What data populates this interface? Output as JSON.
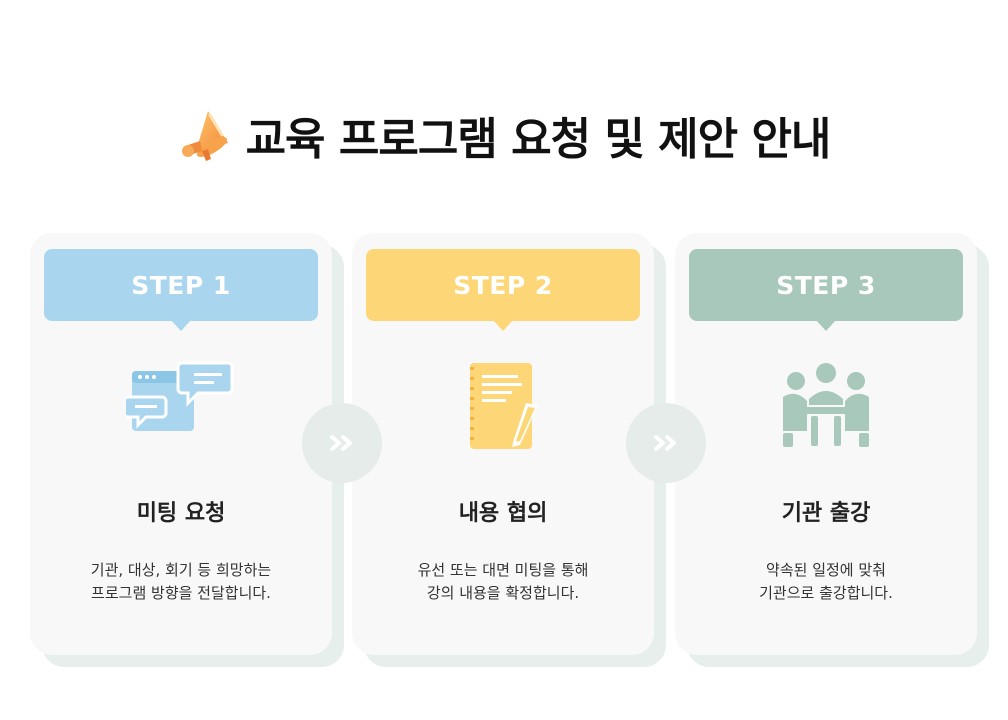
{
  "header": {
    "title": "교육 프로그램 요청 및 제안 안내",
    "icon": "megaphone-icon"
  },
  "steps": [
    {
      "step_label": "STEP 1",
      "color": "#a9d6ee",
      "icon": "chat-windows-icon",
      "title": "미팅 요청",
      "desc_line1": "기관, 대상, 회기 등 희망하는",
      "desc_line2": "프로그램 방향을 전달합니다."
    },
    {
      "step_label": "STEP 2",
      "color": "#fdd677",
      "icon": "notepad-pen-icon",
      "title": "내용 협의",
      "desc_line1": "유선 또는 대면 미팅을 통해",
      "desc_line2": "강의 내용을 확정합니다."
    },
    {
      "step_label": "STEP 3",
      "color": "#a9c8bc",
      "icon": "meeting-people-icon",
      "title": "기관 출강",
      "desc_line1": "약속된 일정에 맞춰",
      "desc_line2": "기관으로 출강합니다."
    }
  ],
  "connector_icon": "double-chevron-right-icon",
  "colors": {
    "card_bg": "#f8f8f8",
    "card_shadow": "#e6efec",
    "connector_bg": "#e5ece9"
  }
}
